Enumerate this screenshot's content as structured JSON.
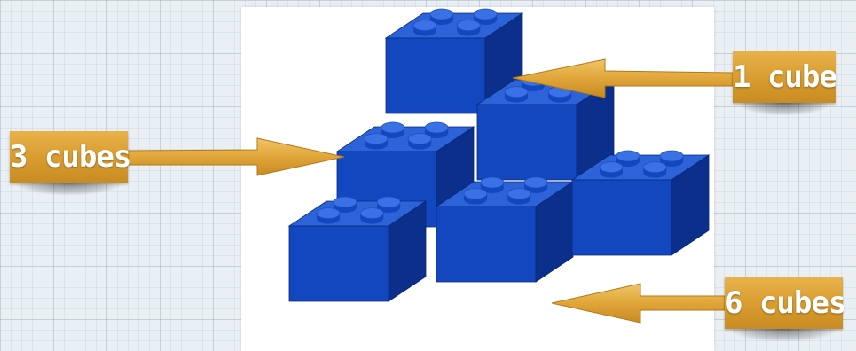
{
  "labels": {
    "top": "1 cube",
    "middle": "3 cubes",
    "bottom": "6 cubes"
  },
  "colors": {
    "brick_top": "#2c63d8",
    "brick_front": "#1347c0",
    "brick_side": "#0b2f8a",
    "label": "#d89b2f"
  }
}
